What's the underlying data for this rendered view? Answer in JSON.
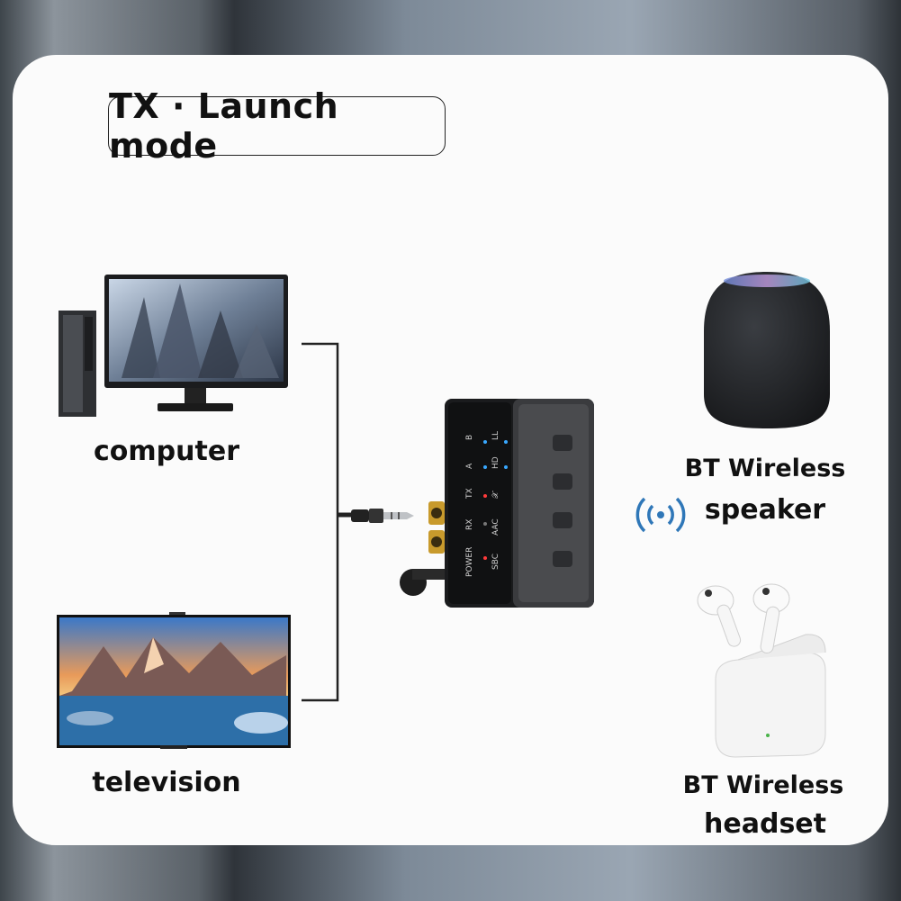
{
  "title": "TX · Launch mode",
  "sources": [
    {
      "label": "computer"
    },
    {
      "label": "television"
    }
  ],
  "outputs": [
    {
      "line1": "BT Wireless",
      "line2": "speaker"
    },
    {
      "line1": "BT Wireless",
      "line2": "headset"
    }
  ],
  "device": {
    "labels": [
      "B",
      "LL",
      "A",
      "HD",
      "TX",
      "𝒳",
      "RX",
      "AAC",
      "POWER",
      "SBC"
    ]
  }
}
